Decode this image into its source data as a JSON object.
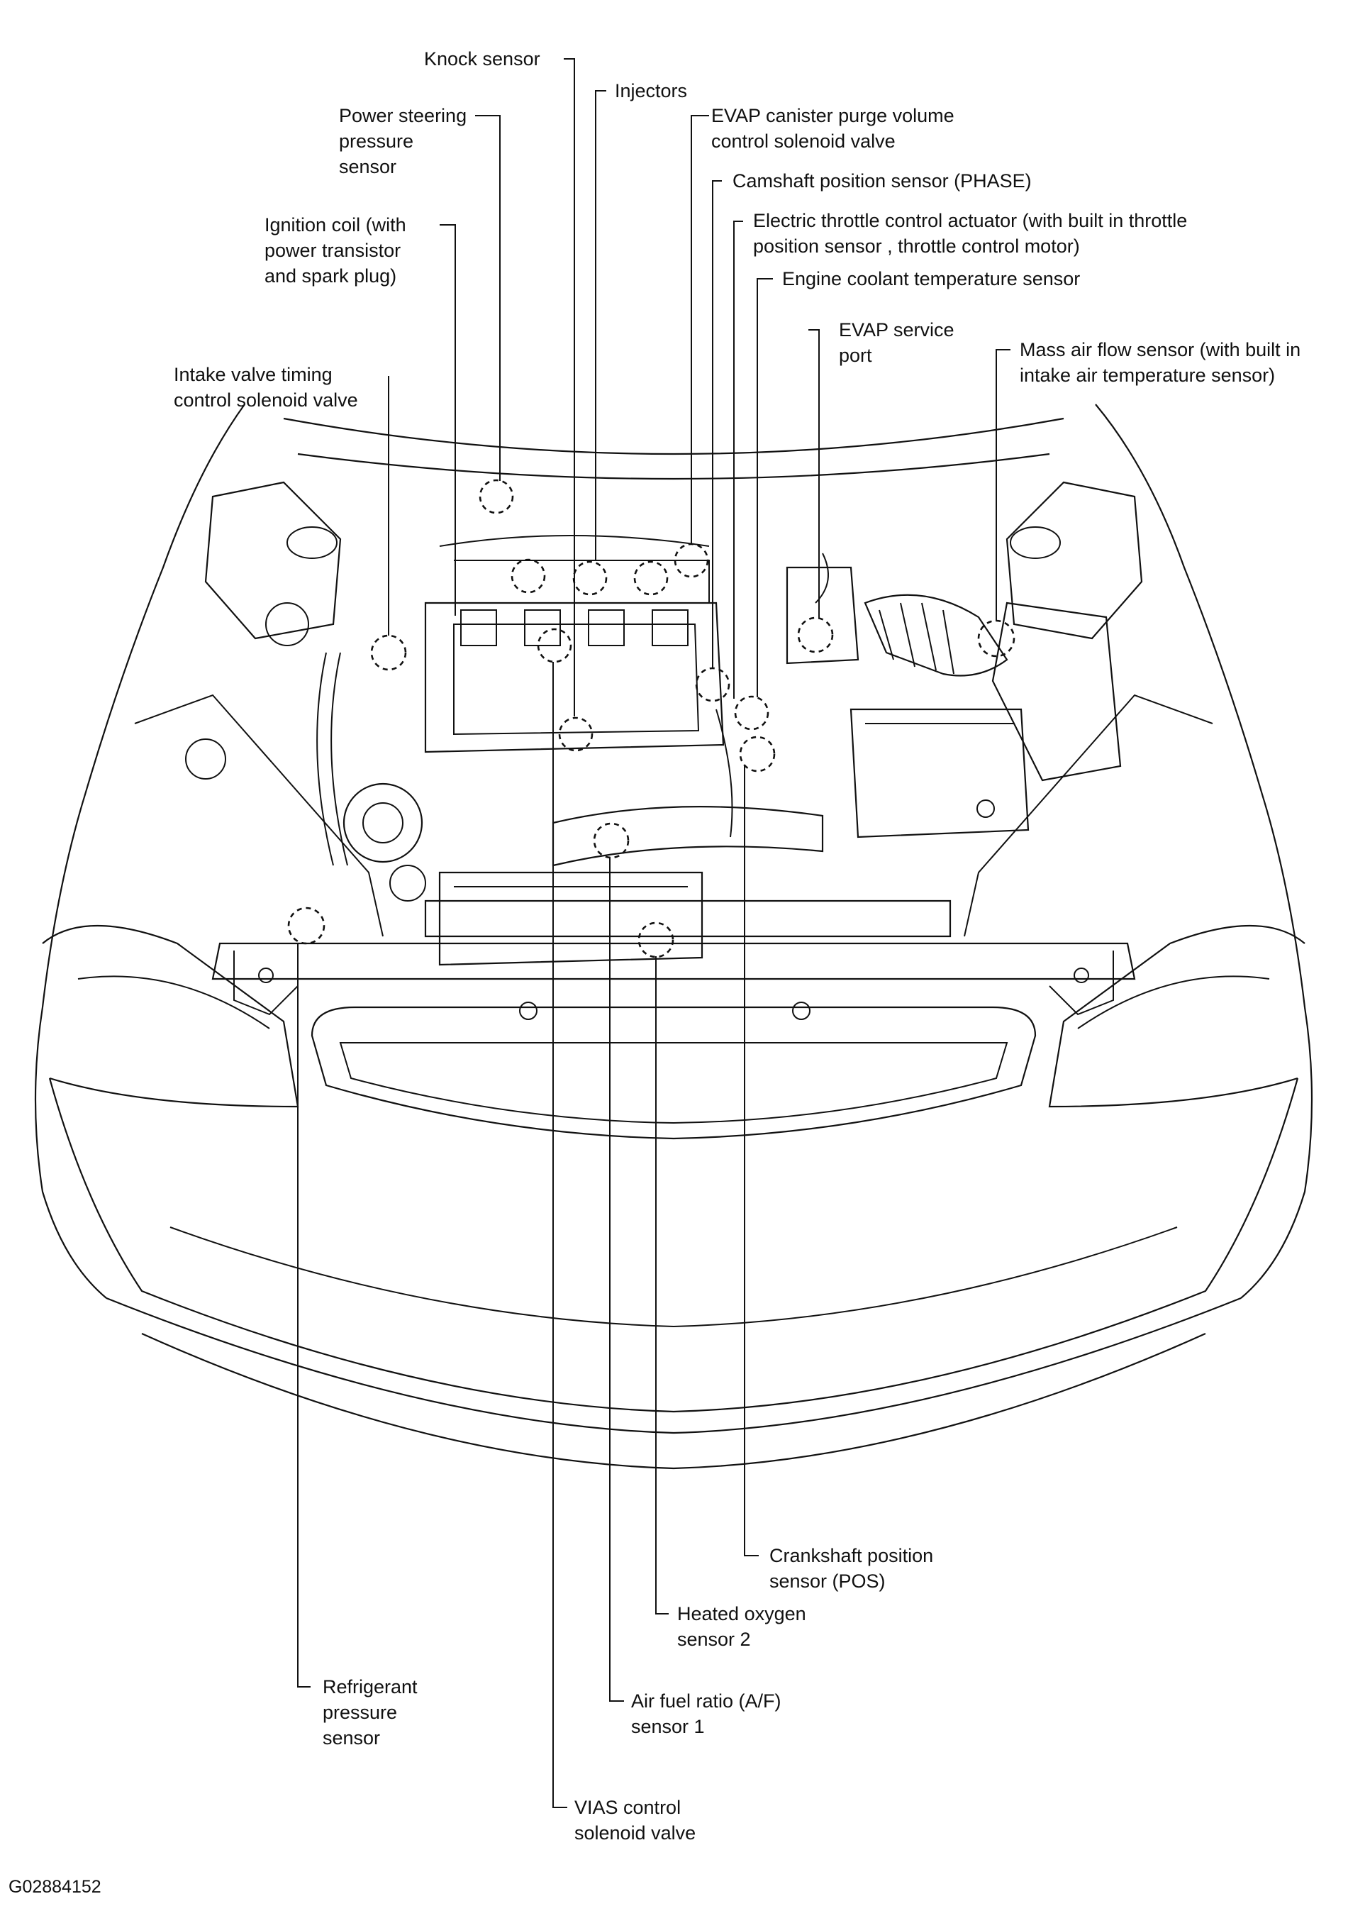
{
  "figure_code": "G02884152",
  "labels": {
    "knock_sensor": [
      "Knock sensor"
    ],
    "injectors": [
      "Injectors"
    ],
    "power_steering": [
      "Power steering",
      "pressure",
      "sensor"
    ],
    "evap_purge": [
      "EVAP canister purge volume",
      "control solenoid valve"
    ],
    "camshaft": [
      "Camshaft position sensor (PHASE)"
    ],
    "ignition_coil": [
      "Ignition coil (with",
      "power transistor",
      "and spark plug)"
    ],
    "throttle_actuator": [
      "Electric throttle control actuator (with built in throttle",
      "position sensor , throttle control motor)"
    ],
    "coolant_temp": [
      "Engine coolant temperature sensor"
    ],
    "evap_port": [
      "EVAP service",
      "port"
    ],
    "intake_valve": [
      "Intake valve timing",
      "control solenoid valve"
    ],
    "maf": [
      "Mass air flow sensor (with built in",
      "intake air temperature sensor)"
    ],
    "crankshaft": [
      "Crankshaft position",
      "sensor (POS)"
    ],
    "heated_o2": [
      "Heated oxygen",
      "sensor 2"
    ],
    "refrigerant": [
      "Refrigerant",
      "pressure",
      "sensor"
    ],
    "af_sensor": [
      "Air fuel ratio (A/F)",
      "sensor 1"
    ],
    "vias": [
      "VIAS control",
      "solenoid valve"
    ]
  }
}
